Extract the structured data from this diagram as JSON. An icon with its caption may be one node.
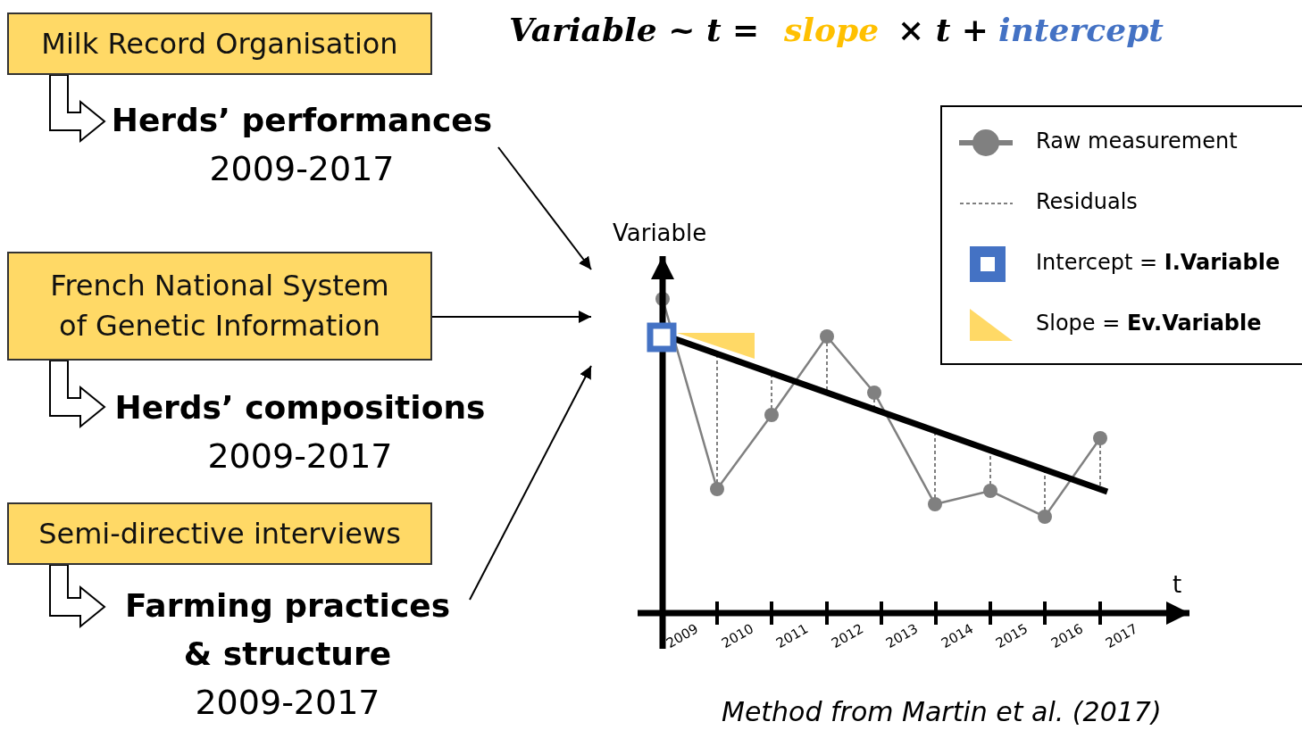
{
  "diagram": {
    "caption": "Method from Martin et al. (2017)",
    "nodes": [
      {
        "text": [
          "Milk Record Organisation"
        ]
      },
      {
        "text": [
          "Herds’ performances",
          "2009-2017"
        ]
      },
      {
        "text": [
          "French National System of Genetic Information"
        ]
      },
      {
        "text": [
          "Herds’ compositions",
          "2009-2017"
        ]
      },
      {
        "text": [
          "Semi-directive interviews"
        ]
      },
      {
        "text": [
          "Farming practices & structure",
          "2009-2017"
        ]
      },
      {
        "text": [],
        "shape": "picture"
      }
    ],
    "edges": [
      {
        "from": 0,
        "to": 1,
        "arrow": "to",
        "style": "thick"
      },
      {
        "from": 2,
        "to": 3,
        "arrow": "to",
        "style": "thick"
      },
      {
        "from": 4,
        "to": 5,
        "arrow": "to",
        "style": "thick"
      },
      {
        "from": 1,
        "to": 6,
        "arrow": "to"
      },
      {
        "from": 2,
        "to": 6,
        "arrow": "to"
      },
      {
        "from": 5,
        "to": 6,
        "arrow": "to"
      }
    ],
    "labels": [
      "Variable ~ t =",
      "slope",
      "× t +",
      "intercept",
      "Variable",
      "t",
      "2009",
      "2010",
      "2011",
      "2012",
      "2013",
      "2014",
      "2015",
      "2016",
      "2017"
    ],
    "legend": [
      {
        "text": "Raw measurement"
      },
      {
        "text": "Residuals"
      },
      {
        "text": "Intercept = **I.Variable**"
      },
      {
        "text": "Slope = **Ev.Variable**"
      }
    ]
  }
}
